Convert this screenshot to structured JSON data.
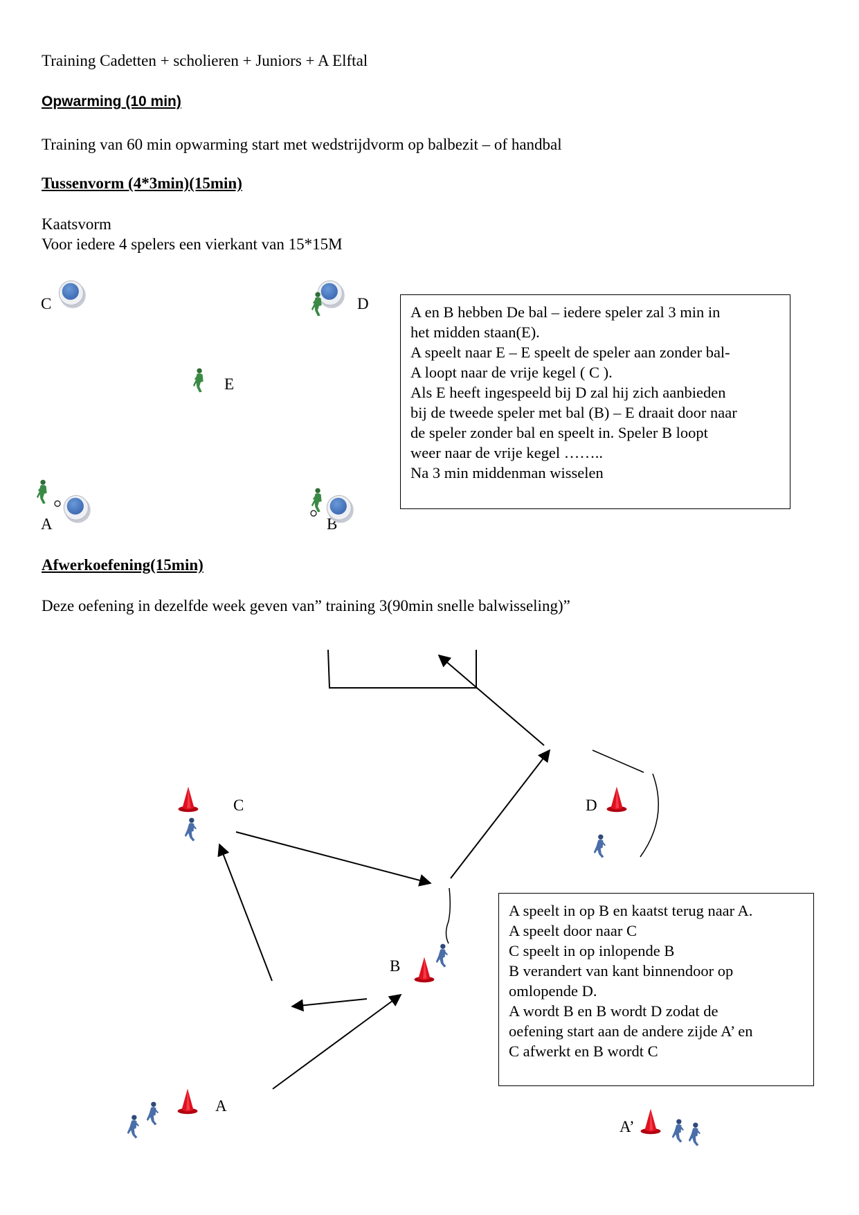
{
  "header": {
    "title": "Training Cadetten + scholieren + Juniors + A Elftal"
  },
  "warmup": {
    "heading": "Opwarming (10 min)",
    "text": " Training van 60 min opwarming start met wedstrijdvorm op balbezit – of  handbal"
  },
  "intermediate": {
    "heading": "Tussenvorm (4*3min)(15min)",
    "line1": "Kaatsvorm",
    "line2": "Voor iedere 4 spelers een vierkant van 15*15M",
    "labels": {
      "c": "C",
      "d": "D",
      "e": "E",
      "a": "A",
      "b": "B"
    },
    "box_lines": [
      "A en B hebben De bal – iedere speler zal 3 min in",
      "het midden staan(E).",
      "A speelt naar E – E speelt de speler aan zonder bal-",
      "A loopt naar de vrije kegel ( C ).",
      "Als E heeft ingespeeld bij D zal hij zich aanbieden",
      "bij de tweede speler met bal (B) – E draait door naar",
      "de speler zonder bal en speelt in. Speler B loopt",
      "weer naar de vrije kegel ……..",
      "Na 3 min middenman wisselen"
    ]
  },
  "finishing": {
    "heading": "Afwerkoefening(15min)",
    "text": "Deze oefening in dezelfde week geven van” training 3(90min snelle balwisseling)”",
    "labels": {
      "c": "C",
      "d": "D",
      "b": "B",
      "a": "A",
      "a_prime": "A’"
    },
    "box_lines": [
      "A speelt in op B en kaatst terug naar A.",
      "A speelt door naar C",
      "C speelt in op inlopende B",
      "B verandert van kant binnendoor op",
      "omlopende D.",
      "A wordt B en B wordt D zodat de",
      "oefening start aan de andere zijde A’ en",
      "C afwerkt en B wordt C"
    ]
  },
  "colors": {
    "cone": "#e01020",
    "disc": "#4a7cc7",
    "player_green": "#3a8a45",
    "player_blue": "#4a6ea8"
  }
}
